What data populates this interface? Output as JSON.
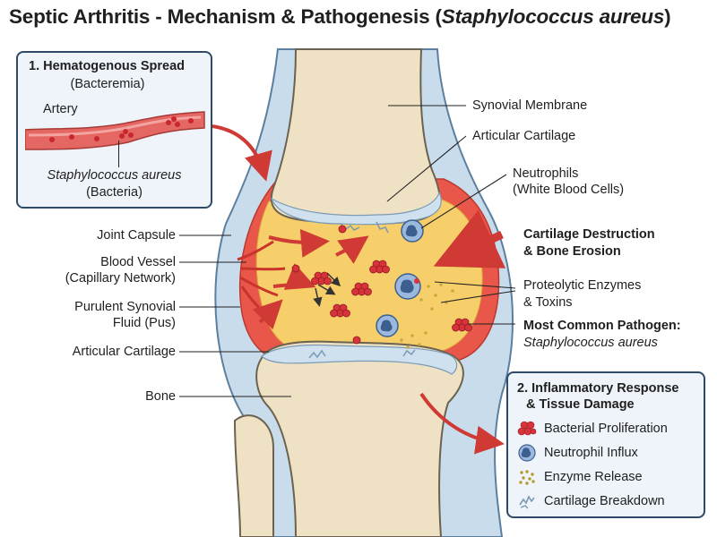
{
  "title": {
    "main": "Septic Arthritis - Mechanism & Pathogenesis (",
    "italic": "Staphylococcus aureus",
    "close": ")"
  },
  "hematogenous_box": {
    "title": "1. Hematogenous Spread",
    "subtitle": "(Bacteremia)",
    "artery_label": "Artery",
    "bacteria_name": "Staphylococcus aureus",
    "bacteria_sub": "(Bacteria)"
  },
  "left_labels": {
    "joint_capsule": "Joint Capsule",
    "blood_vessel_1": "Blood Vessel",
    "blood_vessel_2": "(Capillary Network)",
    "pus_1": "Purulent Synovial",
    "pus_2": "Fluid (Pus)",
    "articular_cartilage": "Articular Cartilage",
    "bone": "Bone"
  },
  "right_labels": {
    "synovial_membrane": "Synovial Membrane",
    "articular_cartilage": "Articular Cartilage",
    "neutrophils_1": "Neutrophils",
    "neutrophils_2": "(White Blood Cells)",
    "destruction_1": "Cartilage Destruction",
    "destruction_2": "& Bone Erosion",
    "enzymes_1": "Proteolytic Enzymes",
    "enzymes_2": "& Toxins",
    "pathogen_1": "Most Common Pathogen:",
    "pathogen_2": "Staphylococcus aureus"
  },
  "inflammatory_box": {
    "title_1": "2. Inflammatory Response",
    "title_2": "& Tissue Damage",
    "legend": [
      {
        "icon": "bacteria-cluster-icon",
        "label": "Bacterial Proliferation"
      },
      {
        "icon": "neutrophil-icon",
        "label": "Neutrophil Influx"
      },
      {
        "icon": "enzyme-dots-icon",
        "label": "Enzyme Release"
      },
      {
        "icon": "cartilage-fragment-icon",
        "label": "Cartilage Breakdown"
      }
    ]
  },
  "colors": {
    "bone": "#efe2c4",
    "bone_outline": "#6b6250",
    "cartilage": "#cfe0ee",
    "pus": "#f7cf6a",
    "inflamed": "#e9574b",
    "capsule": "#bfd7ea",
    "bacteria": "#d8323a",
    "neutrophil": "#6f97cf",
    "arrow": "#cf3a35",
    "box_border": "#2f4a66"
  }
}
